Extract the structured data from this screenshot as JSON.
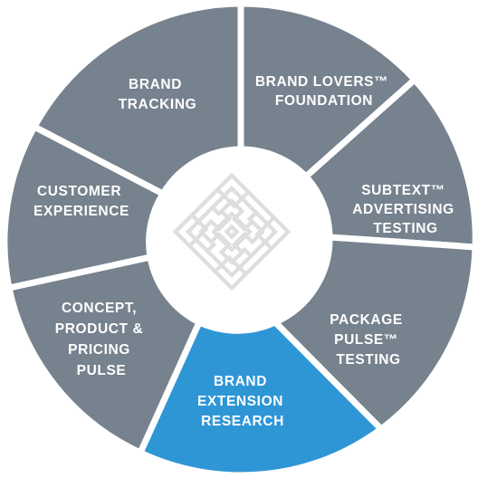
{
  "colors": {
    "segment_gray": "#76828e",
    "segment_highlight": "#2f96d6",
    "hub": "#ffffff",
    "logo": "#dcdee0"
  },
  "segments": [
    {
      "id": "brand-lovers-foundation",
      "lines": [
        "BRAND LOVERS™",
        "FOUNDATION"
      ],
      "highlighted": false
    },
    {
      "id": "subtext-advertising-testing",
      "lines": [
        "SUBTEXT™",
        "ADVERTISING",
        "TESTING"
      ],
      "highlighted": false
    },
    {
      "id": "package-pulse-testing",
      "lines": [
        "PACKAGE",
        "PULSE™",
        "TESTING"
      ],
      "highlighted": false
    },
    {
      "id": "brand-extension-research",
      "lines": [
        "BRAND",
        "EXTENSION",
        "RESEARCH"
      ],
      "highlighted": true
    },
    {
      "id": "concept-product-pricing-pulse",
      "lines": [
        "CONCEPT,",
        "PRODUCT &",
        "PRICING",
        "PULSE"
      ],
      "highlighted": false
    },
    {
      "id": "customer-experience",
      "lines": [
        "CUSTOMER",
        "EXPERIENCE"
      ],
      "highlighted": false
    },
    {
      "id": "brand-tracking",
      "lines": [
        "BRAND",
        "TRACKING"
      ],
      "highlighted": false
    }
  ],
  "center_logo": "maze-knot-icon"
}
